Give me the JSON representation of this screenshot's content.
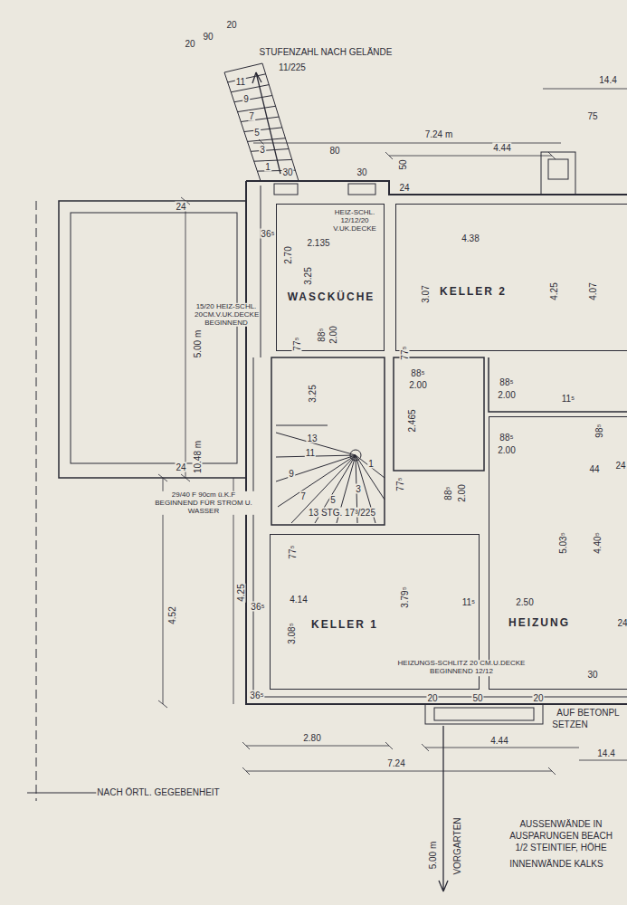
{
  "diagram": {
    "nodes": [
      {
        "text": [
          "WASCKÜCHE"
        ]
      },
      {
        "text": [
          "KELLER 2"
        ]
      },
      {
        "text": [
          "KELLER 1"
        ]
      },
      {
        "text": [
          "HEIZUNG"
        ]
      }
    ],
    "labels": [
      "20",
      "90",
      "20",
      "STUFENZAHL NACH GELÄNDE",
      "11/225",
      "11",
      "9",
      "7",
      "5",
      "3",
      "1",
      "7.24 m",
      "4.44",
      "14.4",
      "75",
      "30",
      "80",
      "30",
      "50",
      "24",
      "HEIZ-SCHL. 12/12/20 V.UK.DECKE",
      "2.135",
      "4.38",
      "36⁵",
      "2.70",
      "3.25",
      "3.07",
      "4.25",
      "4.07",
      "15/20 HEIZ-SCHL. 20CM.V.UK.DECKE BEGINNEND",
      "5.00 m",
      "77⁵",
      "88⁵",
      "2.00",
      "77⁵",
      "88⁵",
      "2.00",
      "88⁵",
      "2.00",
      "11⁵",
      "2.465",
      "88⁵",
      "2.00",
      "98⁵",
      "3.25",
      "10.48 m",
      "24",
      "24",
      "29/40 F 90cm ü.K.F BEGINNEND FÜR STROM U. WASSER",
      "13 STG. 17³/225",
      "13",
      "11",
      "9",
      "7",
      "5",
      "3",
      "1",
      "77⁵",
      "88⁵",
      "2.00",
      "44",
      "24",
      "77⁵",
      "4.52",
      "4.25",
      "36⁵",
      "3.08⁵",
      "4.14",
      "3.79⁵",
      "11⁵",
      "2.50",
      "5.03⁵",
      "4.40⁵",
      "24",
      "HEIZUNGS-SCHLITZ 20 CM.U.DECKE BEGINNEND 12/12",
      "36⁵",
      "20",
      "50",
      "20",
      "30",
      "AUF BETONPL",
      "SETZEN",
      "4.44",
      "2.80",
      "7.24",
      "14.4",
      "NACH ÖRTL. GEGEBENHEIT",
      "5.00 m",
      "VORGARTEN",
      "AUSSENWÄNDE IN",
      "AUSPARUNGEN BEACH",
      "1/2 STEINTIEF, HÖHE",
      "INNENWÄNDE KALKS"
    ]
  }
}
